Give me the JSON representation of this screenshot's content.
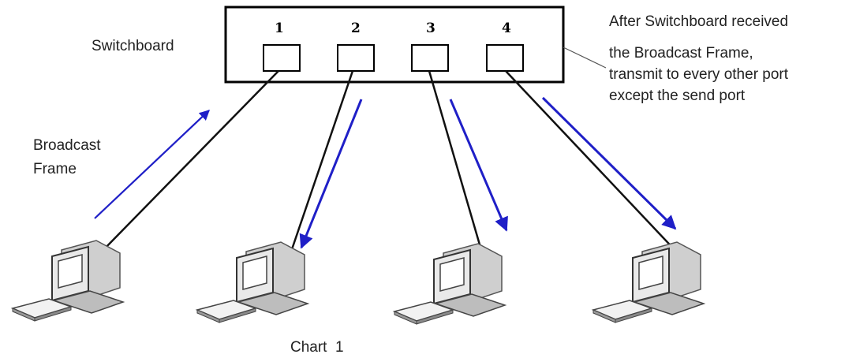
{
  "switchboard": {
    "label": "Switchboard",
    "ports": [
      "1",
      "2",
      "3",
      "4"
    ]
  },
  "left_label": {
    "line1": "Broadcast",
    "line2": "Frame"
  },
  "annotation": {
    "lines": [
      "After Switchboard received",
      "the Broadcast Frame,",
      "transmit to every other port",
      "except the send port"
    ]
  },
  "caption": "Chart  1",
  "colors": {
    "arrow": "#1f1fc7",
    "cable": "#111111",
    "computer_body": "#e6e6e6",
    "computer_shadow": "#9a9a9a",
    "screen": "#ffffff",
    "text": "#222222"
  },
  "computers": [
    "pc-1",
    "pc-2",
    "pc-3",
    "pc-4"
  ],
  "icons": {
    "computer": "desktop-computer-icon",
    "keyboard": "keyboard-icon",
    "port": "switch-port-icon"
  }
}
